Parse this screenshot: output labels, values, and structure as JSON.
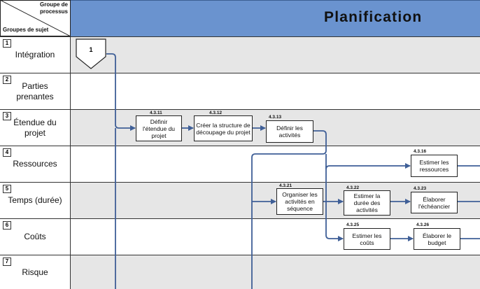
{
  "corner": {
    "process_group_label": "Groupe de processus",
    "subject_group_label": "Groupes de sujet"
  },
  "header": {
    "title": "Planification"
  },
  "colors": {
    "header": "#6a93cf",
    "row_shaded": "#e6e6e6",
    "row_plain": "#ffffff",
    "connector": "#3f5f97"
  },
  "rows": [
    {
      "num": "1",
      "label": "Intégration"
    },
    {
      "num": "2",
      "label": "Parties prenantes"
    },
    {
      "num": "3",
      "label": "Étendue du projet"
    },
    {
      "num": "4",
      "label": "Ressources"
    },
    {
      "num": "5",
      "label": "Temps (durée)"
    },
    {
      "num": "6",
      "label": "Coûts"
    },
    {
      "num": "7",
      "label": "Risque"
    }
  ],
  "connector": {
    "label": "1"
  },
  "tasks": {
    "t4311": {
      "num": "4.3.11",
      "text": "Définir l'étendue du projet"
    },
    "t4312": {
      "num": "4.3.12",
      "text": "Créer la structure de découpage du projet"
    },
    "t4313": {
      "num": "4.3.13",
      "text": "Définir les activités"
    },
    "t4316": {
      "num": "4.3.16",
      "text": "Estimer les ressources"
    },
    "t4321": {
      "num": "4.3.21",
      "text": "Organiser les activités en séquence"
    },
    "t4322": {
      "num": "4.3.22",
      "text": "Estimer la durée des activités"
    },
    "t4323": {
      "num": "4.3.23",
      "text": "Élaborer l'échéancier"
    },
    "t4325": {
      "num": "4.3.25",
      "text": "Estimer les coûts"
    },
    "t4326": {
      "num": "4.3.26",
      "text": "Élaborer le budget"
    }
  }
}
